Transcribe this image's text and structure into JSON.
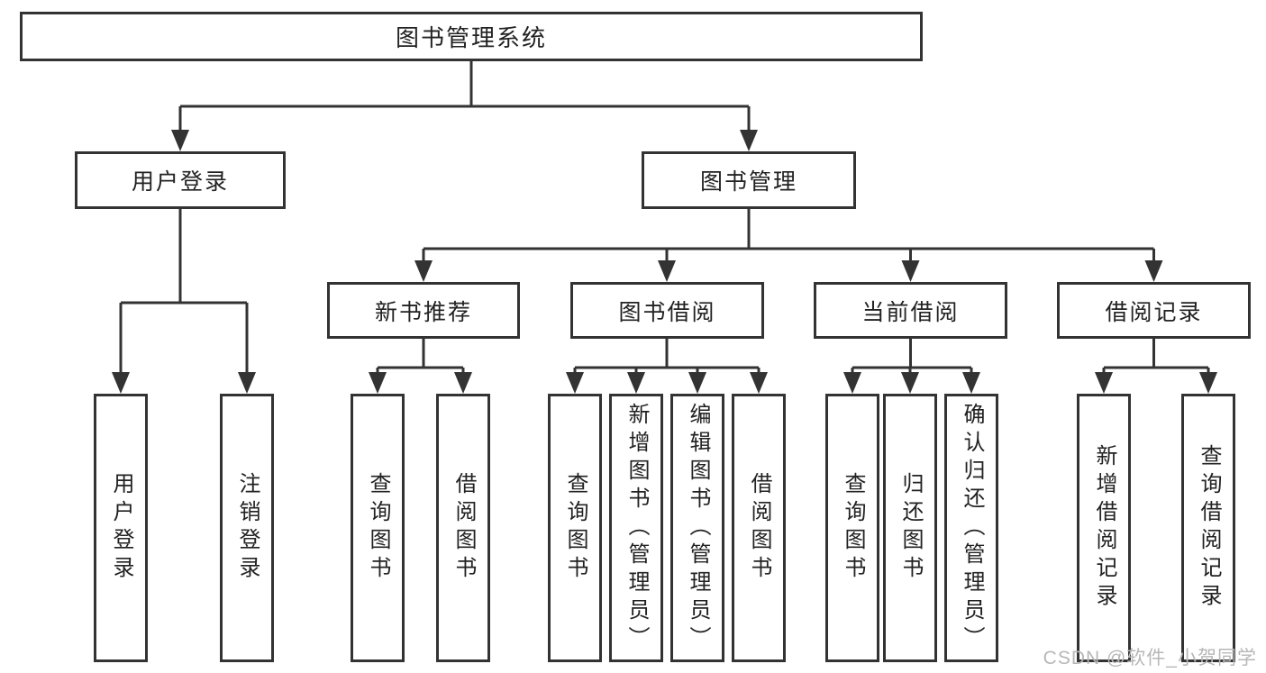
{
  "tree": {
    "root": {
      "label": "图书管理系统"
    },
    "branches": [
      {
        "label": "用户登录",
        "children": [
          {
            "label": "用户登录"
          },
          {
            "label": "注销登录"
          }
        ]
      },
      {
        "label": "图书管理",
        "groups": [
          {
            "label": "新书推荐",
            "children": [
              {
                "label": "查询图书"
              },
              {
                "label": "借阅图书"
              }
            ]
          },
          {
            "label": "图书借阅",
            "children": [
              {
                "label": "查询图书"
              },
              {
                "label": "新增图书（管理员）"
              },
              {
                "label": "编辑图书（管理员）"
              },
              {
                "label": "借阅图书"
              }
            ]
          },
          {
            "label": "当前借阅",
            "children": [
              {
                "label": "查询图书"
              },
              {
                "label": "归还图书"
              },
              {
                "label": "确认归还（管理员）"
              }
            ]
          },
          {
            "label": "借阅记录",
            "children": [
              {
                "label": "新增借阅记录"
              },
              {
                "label": "查询借阅记录"
              }
            ]
          }
        ]
      }
    ]
  },
  "watermark": {
    "text": "CSDN @软件_小贺同学"
  },
  "colors": {
    "line": "#333333",
    "text": "#222222",
    "background": "#ffffff",
    "watermark": "#b7b7b7"
  }
}
